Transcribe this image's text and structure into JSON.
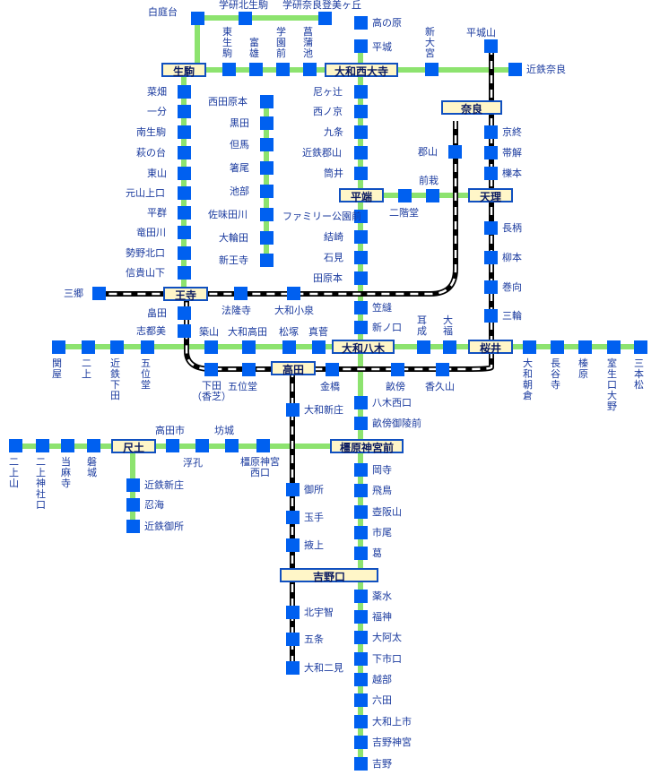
{
  "colors": {
    "line_green": "#8de36f",
    "line_black": "#000000",
    "station": "#0060f0",
    "label": "#1a3a9e",
    "hub_bg": "#fff6c8",
    "hub_border": "#1050c0"
  },
  "hubs": [
    {
      "id": "ikoma",
      "label": "生駒"
    },
    {
      "id": "yamato_saidaiji",
      "label": "大和西大寺"
    },
    {
      "id": "nara",
      "label": "奈良"
    },
    {
      "id": "hirahata",
      "label": "平端"
    },
    {
      "id": "tenri",
      "label": "天理"
    },
    {
      "id": "oji",
      "label": "王寺"
    },
    {
      "id": "yamato_yagi",
      "label": "大和八木"
    },
    {
      "id": "sakurai",
      "label": "桜井"
    },
    {
      "id": "takada",
      "label": "高田"
    },
    {
      "id": "shakudo",
      "label": "尺土"
    },
    {
      "id": "kashiharajingumae",
      "label": "橿原神宮前"
    },
    {
      "id": "yoshinoguchi",
      "label": "吉野口"
    }
  ],
  "stations": [
    {
      "label": "白庭台"
    },
    {
      "label": "学研北生駒"
    },
    {
      "label": "学研奈良登美ヶ丘"
    },
    {
      "label": "東\n生\n駒"
    },
    {
      "label": "富\n雄"
    },
    {
      "label": "学\n園\n前"
    },
    {
      "label": "菖\n蒲\n池"
    },
    {
      "label": "新\n大\n宮"
    },
    {
      "label": "平城山"
    },
    {
      "label": "近鉄奈良"
    },
    {
      "label": "高の原"
    },
    {
      "label": "平城"
    },
    {
      "label": "尼ヶ辻"
    },
    {
      "label": "西ノ京"
    },
    {
      "label": "九条"
    },
    {
      "label": "近鉄郡山"
    },
    {
      "label": "筒井"
    },
    {
      "label": "ファミリー公園前"
    },
    {
      "label": "結崎"
    },
    {
      "label": "石見"
    },
    {
      "label": "田原本"
    },
    {
      "label": "笠縫"
    },
    {
      "label": "新ノ口"
    },
    {
      "label": "京終"
    },
    {
      "label": "帯解"
    },
    {
      "label": "櫟本"
    },
    {
      "label": "長柄"
    },
    {
      "label": "柳本"
    },
    {
      "label": "巻向"
    },
    {
      "label": "三輪"
    },
    {
      "label": "郡山"
    },
    {
      "label": "前栽"
    },
    {
      "label": "二階堂"
    },
    {
      "label": "菜畑"
    },
    {
      "label": "一分"
    },
    {
      "label": "南生駒"
    },
    {
      "label": "萩の台"
    },
    {
      "label": "東山"
    },
    {
      "label": "元山上口"
    },
    {
      "label": "平群"
    },
    {
      "label": "竜田川"
    },
    {
      "label": "勢野北口"
    },
    {
      "label": "信貴山下"
    },
    {
      "label": "西田原本"
    },
    {
      "label": "黒田"
    },
    {
      "label": "但馬"
    },
    {
      "label": "箸尾"
    },
    {
      "label": "池部"
    },
    {
      "label": "佐味田川"
    },
    {
      "label": "大輪田"
    },
    {
      "label": "新王寺"
    },
    {
      "label": "三郷"
    },
    {
      "label": "法隆寺"
    },
    {
      "label": "大和小泉"
    },
    {
      "label": "畠田"
    },
    {
      "label": "志都美"
    },
    {
      "label": "築山"
    },
    {
      "label": "大和高田"
    },
    {
      "label": "松塚"
    },
    {
      "label": "真菅"
    },
    {
      "label": "耳\n成"
    },
    {
      "label": "大\n福"
    },
    {
      "label": "関\n屋"
    },
    {
      "label": "二\n上"
    },
    {
      "label": "近\n鉄\n下\n田"
    },
    {
      "label": "五\n位\n堂"
    },
    {
      "label": "大\n和\n朝\n倉"
    },
    {
      "label": "長\n谷\n寺"
    },
    {
      "label": "榛\n原"
    },
    {
      "label": "室\n生\n口\n大\n野"
    },
    {
      "label": "三\n本\n松"
    },
    {
      "label": "下田\n（香芝）"
    },
    {
      "label": "五位堂"
    },
    {
      "label": "金橋"
    },
    {
      "label": "畝傍"
    },
    {
      "label": "香久山"
    },
    {
      "label": "八木西口"
    },
    {
      "label": "畝傍御陵前"
    },
    {
      "label": "大和新庄"
    },
    {
      "label": "高田市"
    },
    {
      "label": "坊城"
    },
    {
      "label": "浮孔"
    },
    {
      "label": "橿原神宮\n西口"
    },
    {
      "label": "二\n上\n山"
    },
    {
      "label": "二\n上\n神\n社\n口"
    },
    {
      "label": "当\n麻\n寺"
    },
    {
      "label": "磐\n城"
    },
    {
      "label": "近鉄新庄"
    },
    {
      "label": "忍海"
    },
    {
      "label": "近鉄御所"
    },
    {
      "label": "岡寺"
    },
    {
      "label": "飛鳥"
    },
    {
      "label": "壺阪山"
    },
    {
      "label": "市尾"
    },
    {
      "label": "葛"
    },
    {
      "label": "御所"
    },
    {
      "label": "玉手"
    },
    {
      "label": "掖上"
    },
    {
      "label": "北宇智"
    },
    {
      "label": "五条"
    },
    {
      "label": "大和二見"
    },
    {
      "label": "薬水"
    },
    {
      "label": "福神"
    },
    {
      "label": "大阿太"
    },
    {
      "label": "下市口"
    },
    {
      "label": "越部"
    },
    {
      "label": "六田"
    },
    {
      "label": "大和上市"
    },
    {
      "label": "吉野神宮"
    },
    {
      "label": "吉野"
    }
  ]
}
